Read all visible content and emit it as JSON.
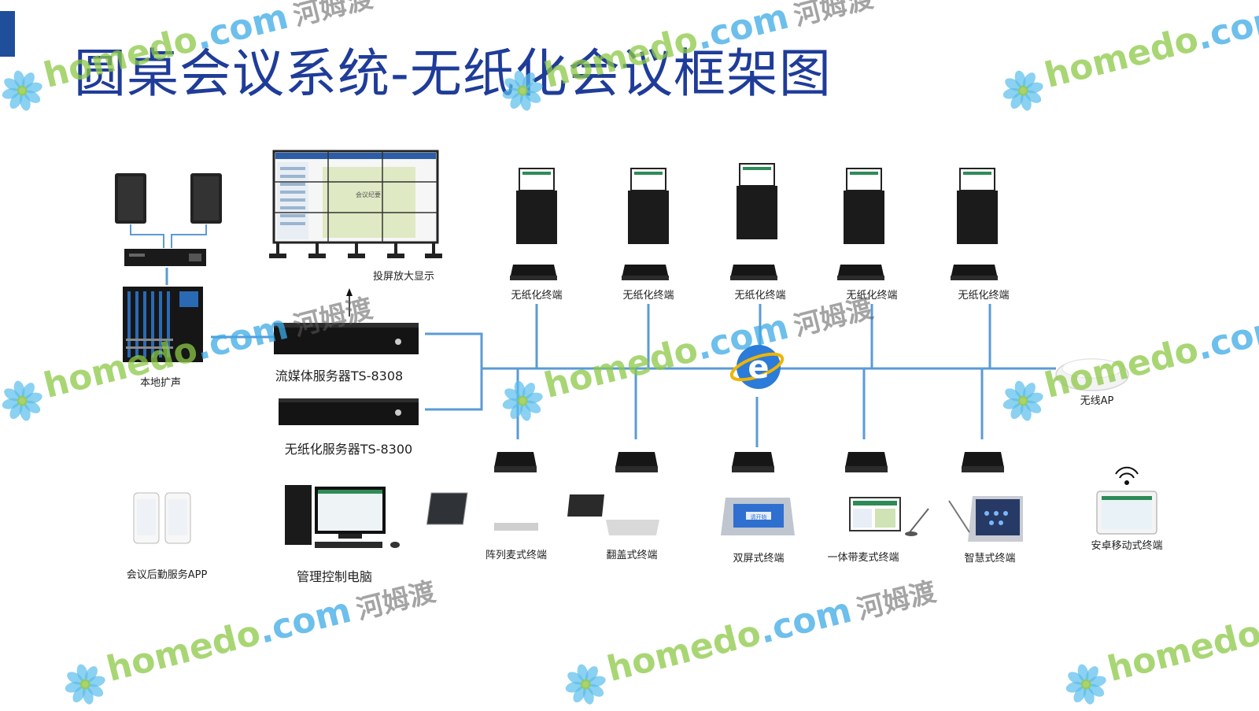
{
  "title": "圆桌会议系统-无纸化会议框架图",
  "watermark": {
    "brand": "homedo",
    "domain": ".com",
    "cn": "河姆渡"
  },
  "devices": {
    "local_pa": "本地扩声",
    "display": "投屏放大显示",
    "media_server": "流媒体服务器TS-8308",
    "paperless_server": "无纸化服务器TS-8300",
    "top_terminals": [
      "无纸化终端",
      "无纸化终端",
      "无纸化终端",
      "无纸化终端",
      "无纸化终端"
    ],
    "wireless_ap": "无线AP",
    "app": "会议后勤服务APP",
    "pc": "管理控制电脑",
    "bottom_terminals": [
      "阵列麦式终端",
      "翻盖式终端",
      "双屏式终端",
      "一体带麦式终端",
      "智慧式终端"
    ],
    "android": "安卓移动式终端",
    "screen_caption": "会议纪要",
    "dual_screen_text": "请开始"
  },
  "colors": {
    "title": "#1f3c99",
    "accent_bar": "#1f4e9a",
    "line": "#5b9bd5",
    "device_dark": "#1a1a1a",
    "watermark_green": "#8cc846",
    "watermark_blue": "#3caae6"
  }
}
